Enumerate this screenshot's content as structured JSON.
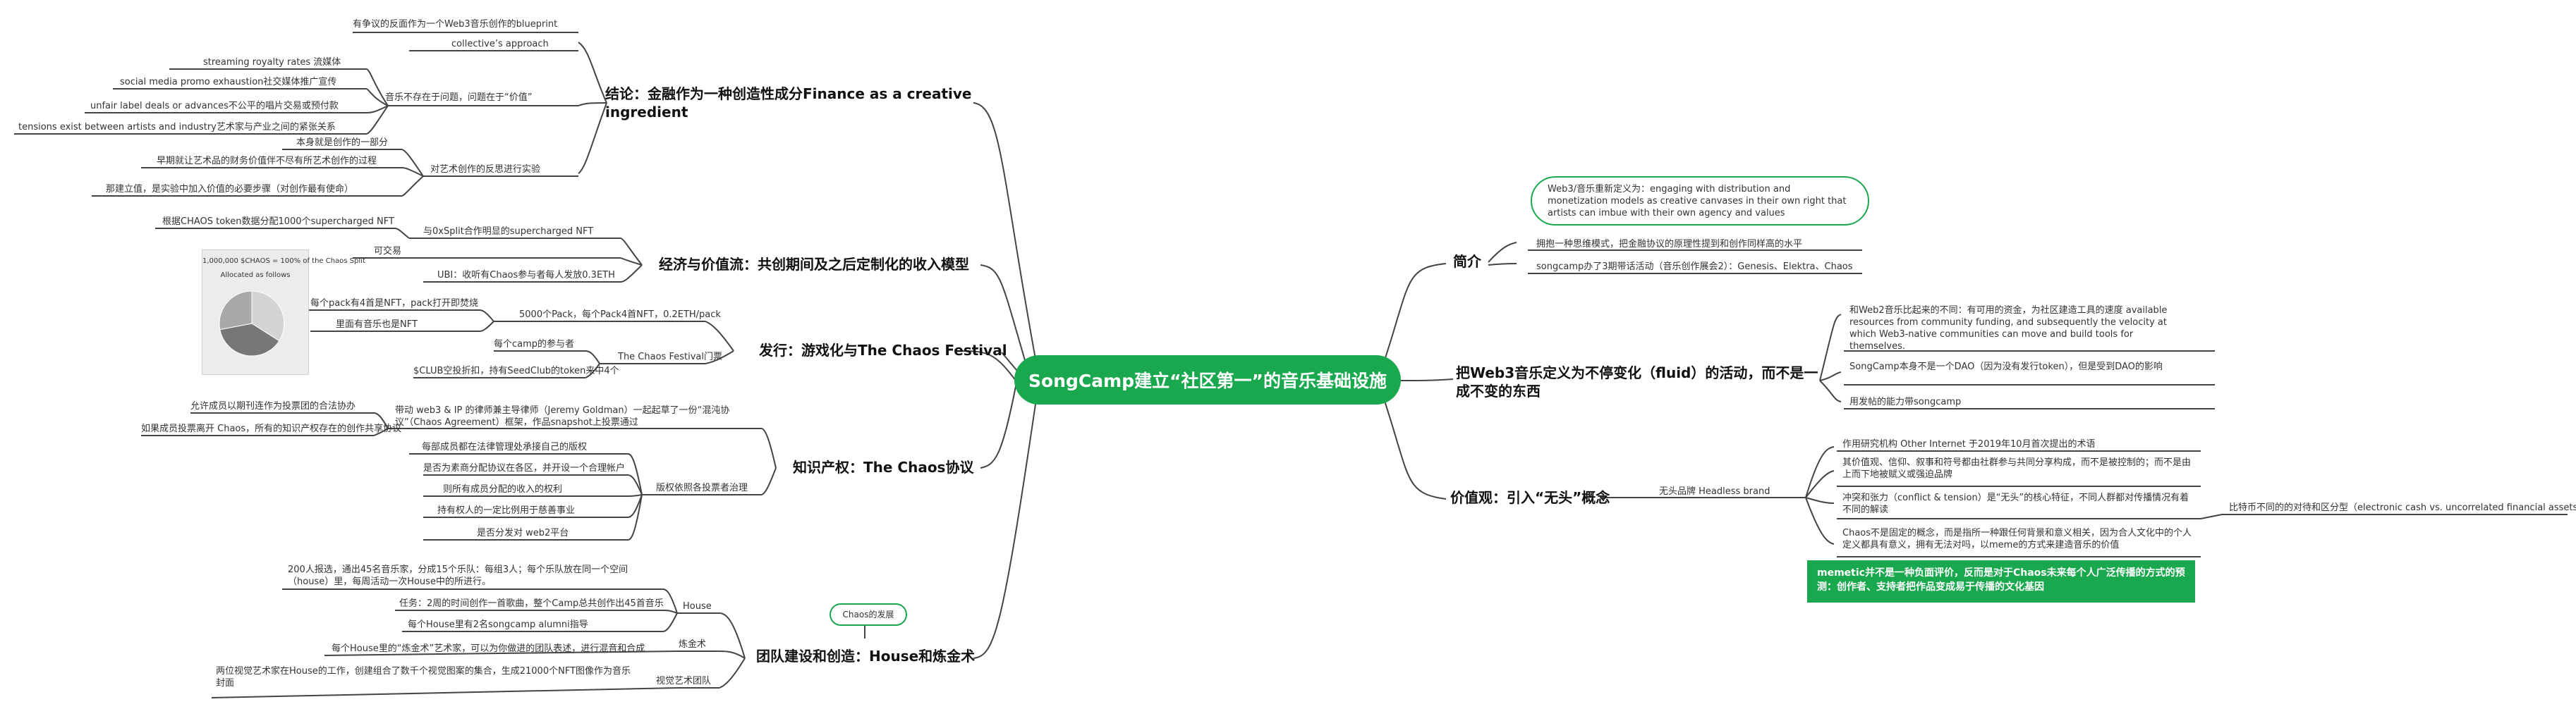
{
  "root": {
    "label": "SongCamp建立“社区第一”的音乐基础设施"
  },
  "branches": {
    "intro": {
      "title": "简介",
      "bubble": "Web3/音乐重新定义为：engaging with distribution and monetization models as creative canvases in their own right that artists can imbue with their own agency and values",
      "items": [
        "拥抱一种思维模式，把金融协议的原理性提到和创作同样高的水平",
        "songcamp办了3期带话活动（音乐创作展会2）：Genesis、Elektra、Chaos"
      ]
    },
    "fluid": {
      "title": "把Web3音乐定义为不停变化（fluid）的活动，而不是一成不变的东西",
      "items": [
        "和Web2音乐比起来的不同：有可用的资金，为社区建造工具的速度 available resources from community funding, and subsequently the velocity at which Web3-native communities can move and build tools for themselves.",
        "SongCamp本身不是一个DAO（因为没有发行token），但是受到DAO的影响",
        "用发帖的能力带songcamp"
      ]
    },
    "value": {
      "title": "价值观：引入“无头”概念",
      "sub": "无头品牌 Headless brand",
      "items": [
        "作用研究机构 Other Internet 于2019年10月首次提出的术语",
        "其价值观、信仰、叙事和符号都由社群参与共同分享构成，而不是被控制的；而不是由上而下地被赋义或强迫品牌",
        "冲突和张力（conflict & tension）是“无头”的核心特征，不同人群都对传播情况有着不同的解读",
        "Chaos不是固定的概念，而是指所一种跟任何背景和意义相关，因为合人文化中的个人定义都具有意义，拥有无法对吗，以meme的方式来建造音乐的价值"
      ],
      "far_note": "比特币不同的的对待和区分型（electronic cash vs. uncorrelated financial assets）",
      "callout": "memetic并不是一种负面评价，反而是对于Chaos未来每个人广泛传播的方式的预测：创作者、支持者把作品变成易于传播的文化基因"
    },
    "conclusion": {
      "title": "结论：金融作为一种创造性成分Finance as a creative ingredient",
      "top_items": [
        "有争议的反面作为一个Web3音乐创作的blueprint",
        "collective’s approach"
      ],
      "music_sub": "音乐不存在于问题，问题在于“价值”",
      "music_items": [
        "streaming royalty rates 流媒体",
        "social media promo exhaustion社交媒体推广宣传",
        "unfair label deals or advances不公平的唱片交易或预付款",
        "tensions exist between artists and industry艺术家与产业之间的紧张关系"
      ],
      "art_sub": "对艺术创作的反思进行实验",
      "art_items": [
        "本身就是创作的一部分",
        "早期就让艺术品的财务价值伴不尽有所艺术创作的过程",
        "那建立值，是实验中加入价值的必要步骤（对创作最有使命）"
      ]
    },
    "econ": {
      "title": "经济与价值流：共创期间及之后定制化的收入模型",
      "items": [
        "与0xSplit合作明显的supercharged NFT",
        "可交易",
        "UBI：收听有Chaos参与者每人发放0.3ETH"
      ],
      "far": "根据CHAOS token数据分配1000个supercharged NFT"
    },
    "issue": {
      "title": "发行：游戏化与The Chaos Festival",
      "items": [
        "5000个Pack，每个Pack4首NFT，0.2ETH/pack",
        "The Chaos Festival门票"
      ],
      "pack_items": [
        "每个pack有4首是NFT，pack打开即焚烧",
        "里面有音乐也是NFT"
      ],
      "fest_items": [
        "每个camp的参与者",
        "$CLUB空投折扣，持有SeedClub的token来中4个"
      ]
    },
    "ip": {
      "title": "知识产权：The Chaos协议",
      "items": [
        "带动 web3 & IP 的律师兼主导律师（Jeremy Goldman）一起起草了一份“混沌协议”（Chaos Agreement）框架，作品snapshot上投票通过",
        "版权依照各投票者治理"
      ],
      "left_items": [
        "允许成员以期刊连作为投票团的合法协办",
        "如果成员投票离开 Chaos，所有的知识产权存在的创作共享协议"
      ],
      "rights": [
        "每部成员都在法律管理处承接自己的版权",
        "是否为素商分配协议在各区，并开设一个合理帐户",
        "则所有成员分配的收入的权利",
        "持有权人的一定比例用于慈善事业",
        "是否分发对 web2平台"
      ]
    },
    "team": {
      "title": "团队建设和创造：House和炼金术",
      "bubble": "Chaos的发展",
      "house_label": "House",
      "house_items": [
        "200人报选，通出45名音乐家，分成15个乐队：每组3人；每个乐队放在同一个空间（house）里，每周活动一次House中的所进行。",
        "任务：2周的时间创作一首歌曲，整个Camp总共创作出45首音乐",
        "每个House里有2名songcamp alumni指导"
      ],
      "alch_label": "炼金术",
      "alch_items": [
        "每个House里的“炼金术”艺术家，可以为你做进的团队表述，进行混音和合成"
      ],
      "visual_label": "视觉艺术团队",
      "visual_items": [
        "两位视觉艺术家在House的工作，创建组合了数千个视觉图案的集合，生成21000个NFT图像作为音乐封面"
      ]
    }
  },
  "chart_data": {
    "type": "pie",
    "title": "1,000,000 $CHAOS = 100% of the Chaos Split",
    "subtitle": "Allocated as follows",
    "values": [
      34,
      38,
      28
    ],
    "colors": [
      "#d4d4d4",
      "#777777",
      "#a9a9a9"
    ]
  }
}
